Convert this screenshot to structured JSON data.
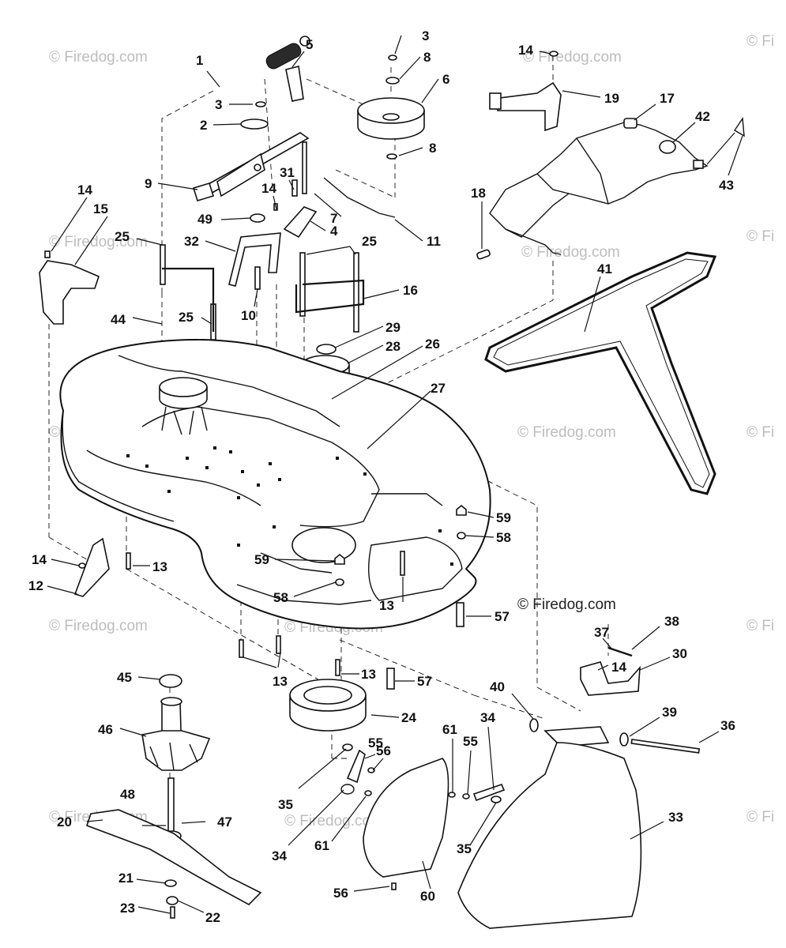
{
  "watermark": {
    "text": "© Firedog.com",
    "clipped_text": "© Fi"
  },
  "part_numbers": [
    "1",
    "3",
    "5",
    "3",
    "8",
    "6",
    "8",
    "14",
    "19",
    "17",
    "42",
    "43",
    "2",
    "9",
    "31",
    "14",
    "7",
    "49",
    "4",
    "11",
    "18",
    "41",
    "14",
    "15",
    "25",
    "32",
    "25",
    "44",
    "25",
    "10",
    "16",
    "29",
    "28",
    "26",
    "27",
    "59",
    "58",
    "14",
    "13",
    "12",
    "59",
    "58",
    "13",
    "57",
    "37",
    "38",
    "14",
    "30",
    "13",
    "13",
    "57",
    "45",
    "24",
    "40",
    "39",
    "36",
    "46",
    "55",
    "56",
    "61",
    "55",
    "34",
    "35",
    "48",
    "20",
    "47",
    "34",
    "61",
    "35",
    "33",
    "21",
    "23",
    "22",
    "56",
    "60"
  ]
}
